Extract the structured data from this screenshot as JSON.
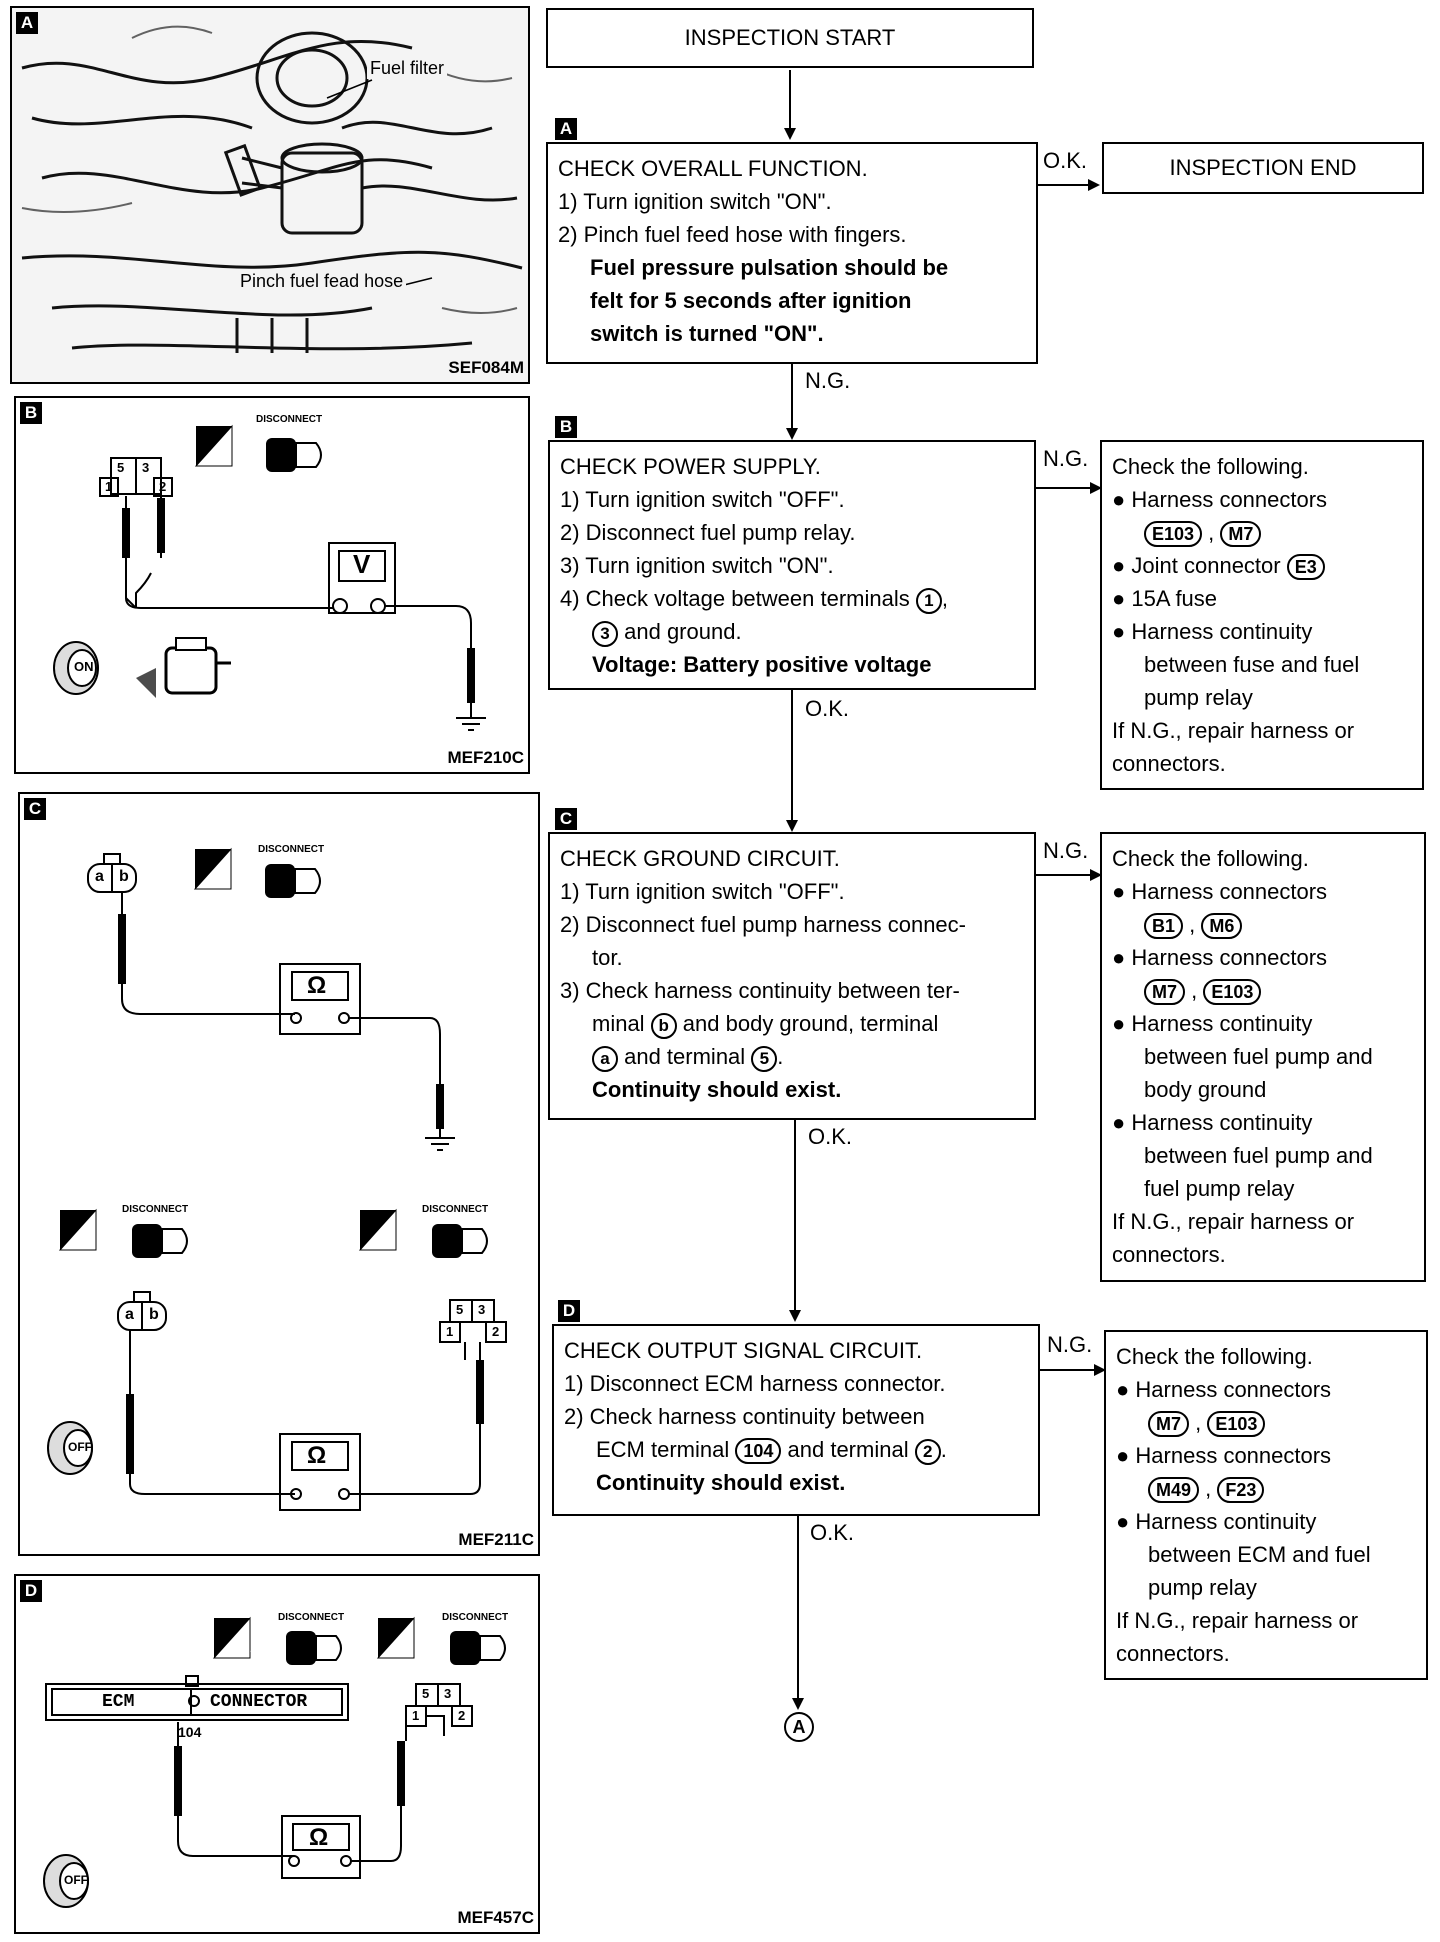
{
  "panels": {
    "A": {
      "tag": "A",
      "code": "SEF084M",
      "label_filter": "Fuel filter",
      "label_hose": "Pinch fuel fead hose"
    },
    "B": {
      "tag": "B",
      "code": "MEF210C",
      "disconnect": "DISCONNECT",
      "ts": "T.S.",
      "meter": "V",
      "key": "ON",
      "pin5": "5",
      "pin3": "3",
      "pin1": "1",
      "pin2": "2"
    },
    "C": {
      "tag": "C",
      "code": "MEF211C",
      "disconnect": "DISCONNECT",
      "ts": "T.S.",
      "meter": "Ω",
      "key": "OFF",
      "pin_a": "a",
      "pin_b": "b",
      "pin5": "5",
      "pin3": "3",
      "pin1": "1",
      "pin2": "2"
    },
    "D": {
      "tag": "D",
      "code": "MEF457C",
      "disconnect": "DISCONNECT",
      "hs": "H.S.",
      "ts": "T.S.",
      "meter": "Ω",
      "key": "OFF",
      "ecm": "ECM",
      "connector": "CONNECTOR",
      "term": "104",
      "pin5": "5",
      "pin3": "3",
      "pin1": "1",
      "pin2": "2"
    }
  },
  "flow": {
    "start": "INSPECTION START",
    "end": "INSPECTION END",
    "ok": "O.K.",
    "ng": "N.G.",
    "stepA": {
      "tag": "A",
      "lines": [
        "CHECK OVERALL FUNCTION.",
        "1) Turn ignition switch \"ON\".",
        "2) Pinch fuel feed hose with fingers."
      ],
      "bold": [
        "Fuel pressure pulsation should be",
        "felt for 5 seconds after ignition",
        "switch is turned \"ON\"."
      ]
    },
    "stepB": {
      "tag": "B",
      "lines": [
        "CHECK POWER SUPPLY.",
        "1) Turn ignition switch \"OFF\".",
        "2) Disconnect fuel pump relay.",
        "3) Turn ignition switch \"ON\".",
        "4) Check voltage between terminals ",
        "and ground."
      ],
      "term1": "1",
      "term3": "3",
      "bold": "Voltage: Battery positive voltage"
    },
    "stepC": {
      "tag": "C",
      "lines": [
        "CHECK GROUND CIRCUIT.",
        "1) Turn ignition switch \"OFF\".",
        "2) Disconnect fuel pump harness connec-",
        "tor.",
        "3) Check harness continuity between ter-",
        "minal ",
        " and body ground, terminal",
        " and terminal ",
        "."
      ],
      "term_b": "b",
      "term_a": "a",
      "term5": "5",
      "bold": "Continuity should exist."
    },
    "stepD": {
      "tag": "D",
      "lines": [
        "CHECK OUTPUT SIGNAL CIRCUIT.",
        "1) Disconnect ECM harness connector.",
        "2) Check harness continuity between",
        "ECM terminal ",
        " and terminal ",
        "."
      ],
      "term104": "104",
      "term2": "2",
      "bold": "Continuity should exist."
    },
    "end_marker": "A",
    "ngB": {
      "head": "Check the following.",
      "items": [
        "Harness connectors",
        "Joint connector ",
        "15A fuse",
        "Harness continuity",
        "between fuse and fuel",
        "pump relay"
      ],
      "conn1": "E103",
      "conn2": "M7",
      "conn3": "E3",
      "sep": ",",
      "foot1": "If N.G., repair harness or",
      "foot2": "connectors."
    },
    "ngC": {
      "head": "Check the following.",
      "items": [
        "Harness connectors",
        "Harness connectors",
        "Harness continuity",
        "between fuel pump and",
        "body ground",
        "Harness continuity",
        "between fuel pump and",
        "fuel pump relay"
      ],
      "conn1": "B1",
      "conn2": "M6",
      "conn3": "M7",
      "conn4": "E103",
      "sep": ",",
      "foot1": "If N.G., repair harness or",
      "foot2": "connectors."
    },
    "ngD": {
      "head": "Check the following.",
      "items": [
        "Harness connectors",
        "Harness connectors",
        "Harness continuity",
        "between ECM and fuel",
        "pump relay"
      ],
      "conn1": "M7",
      "conn2": "E103",
      "conn3": "M49",
      "conn4": "F23",
      "sep": ",",
      "foot1": "If N.G., repair harness or",
      "foot2": "connectors."
    }
  }
}
